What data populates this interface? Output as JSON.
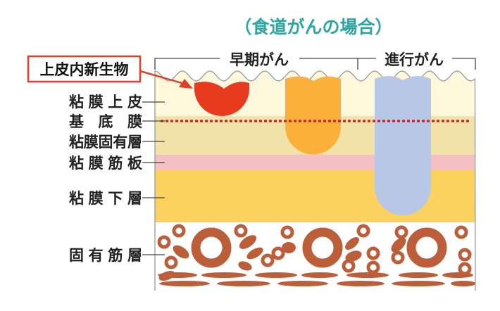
{
  "title": "（食道がんの場合）",
  "callout": "上皮内新生物",
  "stages": {
    "early": "早期がん",
    "advanced": "進行がん"
  },
  "layers": [
    {
      "key": "epithelium",
      "label": "粘膜上皮"
    },
    {
      "key": "basement",
      "label": "基底膜"
    },
    {
      "key": "lamina_propria",
      "label": "粘膜固有層"
    },
    {
      "key": "muscularis_mucosae",
      "label": "粘膜筋板"
    },
    {
      "key": "submucosa",
      "label": "粘膜下層"
    },
    {
      "key": "muscularis_propria",
      "label": "固有筋層"
    }
  ],
  "colors": {
    "title": "#2aa7a0",
    "epithelium": "#fdf8dc",
    "lamina_propria": "#f1e2a7",
    "muscularis_mucosae": "#f4c0c4",
    "submucosa": "#fbd160",
    "muscle": "#bd5e3b",
    "basement_line": "#d21d24",
    "callout_border": "#e0402a",
    "tumor_intraepithelial": "#e83a1f",
    "tumor_early": "#fbb03b",
    "tumor_advanced": "#b9c7e6"
  }
}
